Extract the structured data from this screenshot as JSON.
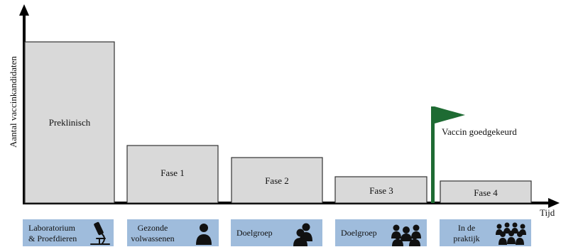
{
  "axes": {
    "y_label": "Aantal vaccinkandidaten",
    "x_label": "Tijd"
  },
  "colors": {
    "bar_fill": "#d9d9d9",
    "bar_stroke": "#333333",
    "axis": "#000000",
    "flag": "#1e6b33",
    "caption_box": "#9fbcdc",
    "icon": "#111111"
  },
  "phases": [
    {
      "label": "Preklinisch",
      "relative_size": 0.85,
      "caption": [
        "Laboratorium",
        "& Proefdieren"
      ],
      "icon": "microscope-icon"
    },
    {
      "label": "Fase 1",
      "relative_size": 0.3,
      "caption": [
        "Gezonde",
        "volwassenen"
      ],
      "icon": "single-person-icon"
    },
    {
      "label": "Fase 2",
      "relative_size": 0.23,
      "caption": [
        "Doelgroep"
      ],
      "icon": "two-people-icon"
    },
    {
      "label": "Fase 3",
      "relative_size": 0.11,
      "caption": [
        "Doelgroep"
      ],
      "icon": "group-people-icon"
    },
    {
      "label": "Fase 4",
      "relative_size": 0.09,
      "caption": [
        "In de",
        "praktijk"
      ],
      "icon": "crowd-icon"
    }
  ],
  "approval": {
    "label": "Vaccin goedgekeurd",
    "icon": "flag-icon"
  }
}
